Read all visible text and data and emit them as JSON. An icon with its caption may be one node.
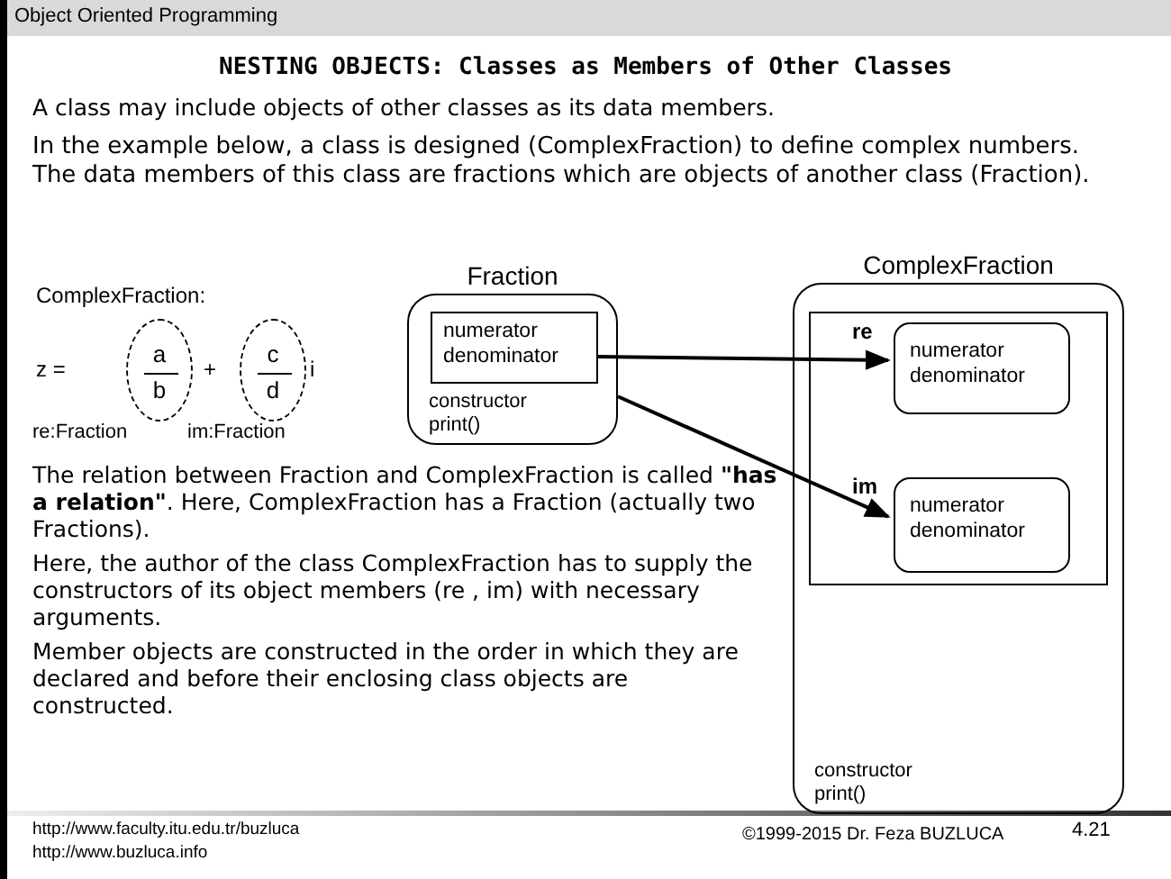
{
  "diagram": {
    "title": "NESTING OBJECTS: Classes as Members of Other Classes",
    "nodes": [
      {
        "text": [
          "Fraction",
          "constructor print()"
        ]
      },
      {
        "text": [
          "numerator denominator"
        ],
        "in": 0
      },
      {
        "text": [
          "ComplexFraction",
          "constructor print()"
        ]
      },
      {
        "text": [],
        "shape": "box",
        "in": 2
      },
      {
        "text": [
          "re",
          "numerator denominator"
        ],
        "in": 3
      },
      {
        "text": [
          "im",
          "numerator denominator"
        ],
        "in": 3
      },
      {
        "text": [
          "a",
          "b"
        ]
      },
      {
        "text": [
          "c",
          "d"
        ]
      }
    ],
    "edges": [
      {
        "from": 1,
        "to": 4,
        "arrow": "to"
      },
      {
        "from": 0,
        "to": 5,
        "arrow": "to"
      }
    ],
    "labels": [
      "Object Oriented Programming",
      "A class may include objects of other classes as its data members.",
      "In the example below, a class is designed (ComplexFraction) to define complex numbers. The data members of this class are fractions which are objects of another class (Fraction).",
      "ComplexFraction:",
      "z =",
      "+",
      "i",
      "re:Fraction",
      "im:Fraction",
      "The relation between Fraction and ComplexFraction is called **\"has a relation\"**. Here, ComplexFraction has a Fraction (actually two Fractions).",
      "Here, the author of the class ComplexFraction has to supply the constructors of its object members (re , im) with necessary arguments.",
      "Member objects are constructed in the order in which they are declared and before their enclosing class objects are constructed.",
      "http://www.faculty.itu.edu.tr/buzluca",
      "http://www.buzluca.info",
      "©1999-2015  Dr. Feza BUZLUCA",
      "4.21"
    ]
  }
}
